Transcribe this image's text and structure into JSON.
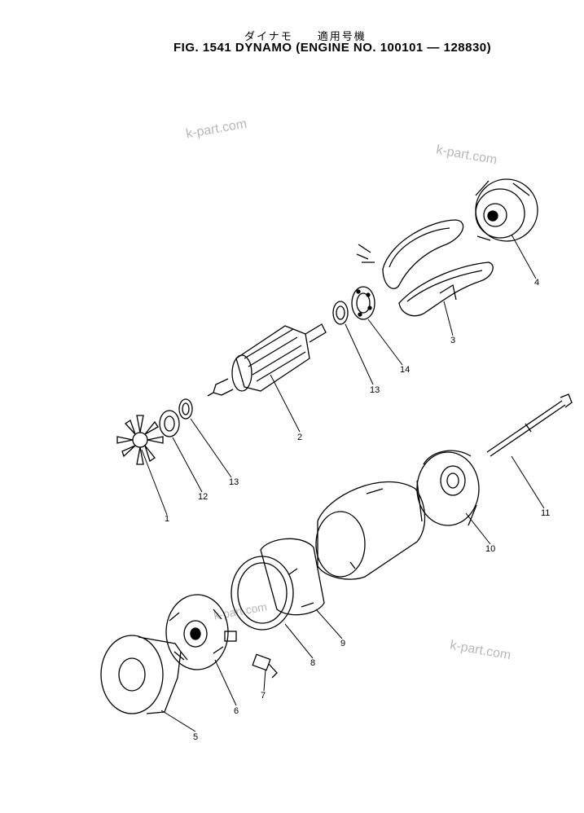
{
  "header": {
    "subtitle": "ダイナモ　　適用号機",
    "title": "FIG. 1541  DYNAMO  (ENGINE NO. 100101 ― 128830)"
  },
  "watermarks": [
    "k-part.com",
    "k-part.com",
    "k-part.com",
    "k-part.com"
  ],
  "callouts": [
    "1",
    "2",
    "3",
    "4",
    "5",
    "6",
    "7",
    "8",
    "9",
    "10",
    "11",
    "12",
    "13",
    "13",
    "14"
  ]
}
